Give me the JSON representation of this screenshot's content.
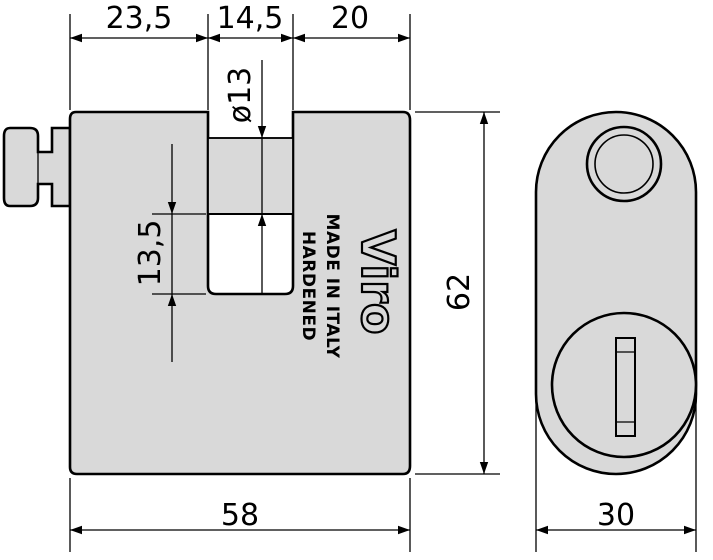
{
  "dimensions": {
    "top_left": "23,5",
    "top_middle": "14,5",
    "top_right": "20",
    "shackle_diameter": "ø13",
    "shackle_gap": "13,5",
    "height": "62",
    "body_width": "58",
    "body_depth": "30"
  },
  "markings": {
    "brand": "Viro",
    "origin": "MADE IN ITALY",
    "treatment": "HARDENED"
  },
  "colors": {
    "body_fill": "#d9d9d9",
    "outline": "#000000",
    "background": "#ffffff"
  }
}
